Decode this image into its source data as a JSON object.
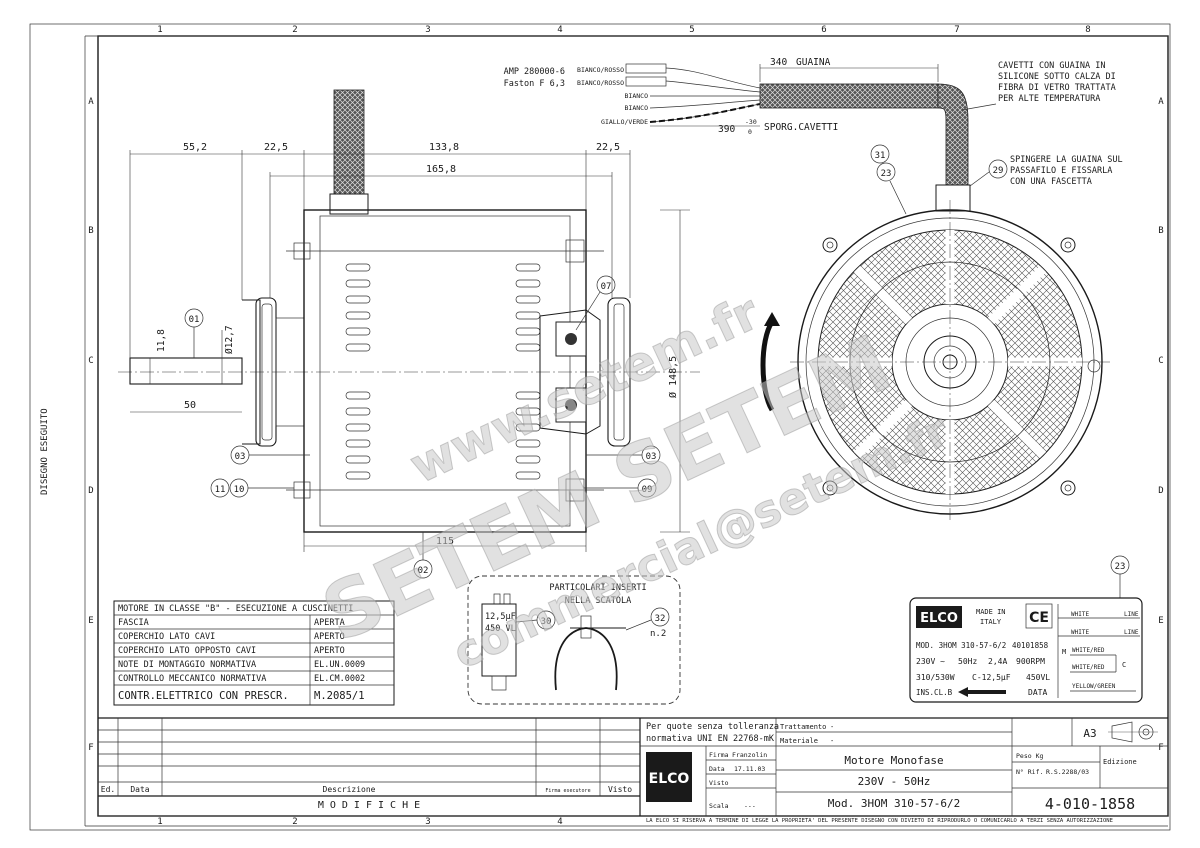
{
  "grid": {
    "cols": [
      "1",
      "2",
      "3",
      "4",
      "5",
      "6",
      "7",
      "8"
    ],
    "rows": [
      "A",
      "B",
      "C",
      "D",
      "E",
      "F"
    ]
  },
  "side_label": "DISEGNO ESEGUITO",
  "wiring": {
    "connector_line1": "AMP 280000-6",
    "connector_line2": "Faston F 6,3",
    "wires": [
      "BIANCO/ROSSO",
      "BIANCO/ROSSO",
      "BIANCO",
      "BIANCO",
      "GIALLO/VERDE"
    ],
    "sheath_length": "340",
    "sheath_label": "GUAINA",
    "lead_length": "390",
    "lead_tol_upper": "-30",
    "lead_tol_lower": "0",
    "lead_label": "SPORG.CAVETTI"
  },
  "notes": {
    "sheath_note": [
      "CAVETTI CON GUAINA IN",
      "SILICONE SOTTO CALZA DI",
      "FIBRA DI VETRO TRATTATA",
      "PER ALTE TEMPERATURA"
    ],
    "clamp_note": [
      "SPINGERE LA GUAINA SUL",
      "PASSAFILO E FISSARLA",
      "CON UNA FASCETTA"
    ]
  },
  "dimensions": {
    "d1": "55,2",
    "d2": "22,5",
    "d3": "133,8",
    "d4": "22,5",
    "d5": "165,8",
    "d6": "11,8",
    "d7": "Ø12,7",
    "d8": "50",
    "d9": "115",
    "d10": "Ø 148,5"
  },
  "balloons": [
    "01",
    "03",
    "03",
    "11",
    "10",
    "02",
    "07",
    "09",
    "31",
    "23",
    "29",
    "30",
    "32",
    "23"
  ],
  "watermark": {
    "url": "www.setem.fr",
    "brand": "SETEM SETEM",
    "email": "commercial@setem.fr"
  },
  "inserts": {
    "title1": "PARTICOLARI INSERTI",
    "title2": "NELLA SCATOLA",
    "cap_value": "12,5µF",
    "cap_voltage": "450 VL",
    "qty": "n.2"
  },
  "spec_table": {
    "title": "MOTORE IN CLASSE \"B\" - ESECUZIONE A CUSCINETTI",
    "rows": [
      [
        "FASCIA",
        "APERTA"
      ],
      [
        "COPERCHIO LATO CAVI",
        "APERTO"
      ],
      [
        "COPERCHIO LATO OPPOSTO CAVI",
        "APERTO"
      ],
      [
        "NOTE DI MONTAGGIO NORMATIVA",
        "EL.UN.0009"
      ],
      [
        "CONTROLLO MECCANICO NORMATIVA",
        "EL.CM.0002"
      ],
      [
        "CONTR.ELETTRICO CON PRESCR.",
        "M.2085/1"
      ]
    ]
  },
  "nameplate": {
    "brand": "ELCO",
    "made_in": "MADE IN",
    "country": "ITALY",
    "ce": "CE",
    "model": "MOD. 3HOM 310-57-6/2",
    "code": "40101858",
    "volt": "230V ~",
    "freq": "50Hz",
    "amp": "2,4A",
    "rpm": "900RPM",
    "power": "310/530W",
    "cap": "C-12,5µF",
    "cap_v": "450VL",
    "ins": "INS.CL.B",
    "data": "DATA",
    "wire_labels": [
      "WHITE",
      "LINE",
      "WHITE",
      "LINE",
      "WHITE/RED",
      "WHITE/RED",
      "YELLOW/GREEN"
    ],
    "m_label": "M",
    "c_label": "C"
  },
  "title_block": {
    "tolerance1": "Per quote senza tolleranza",
    "tolerance2": "normativa UNI EN 22768-mK",
    "trattamento": "Trattamento",
    "materiale": "Materiale",
    "dash": "-",
    "firma": "Firma",
    "firma_val": "Franzolin",
    "data": "Data",
    "data_val": "17.11.03",
    "visto": "Visto",
    "scala": "Scala",
    "scala_val": "---",
    "title1": "Motore Monofase",
    "title2": "230V - 50Hz",
    "title3": "Mod. 3HOM 310-57-6/2",
    "peso": "Peso Kg",
    "nrif": "N° Rif.",
    "nrif_val": "R.S.2288/03",
    "edizione": "Edizione",
    "format": "A3",
    "drawing_no": "4-010-1858",
    "logo": "ELCO"
  },
  "revisions": {
    "ed": "Ed.",
    "data": "Data",
    "descrizione": "Descrizione",
    "firma": "Firma esecutore",
    "visto": "Visto",
    "modifiche": "M O D I F I C H E"
  },
  "footer": "LA ELCO SI RISERVA A TERMINE DI LEGGE LA PROPRIETA' DEL PRESENTE DISEGNO CON DIVIETO DI RIPRODURLO O COMUNICARLO A TERZI SENZA AUTORIZZAZIONE"
}
